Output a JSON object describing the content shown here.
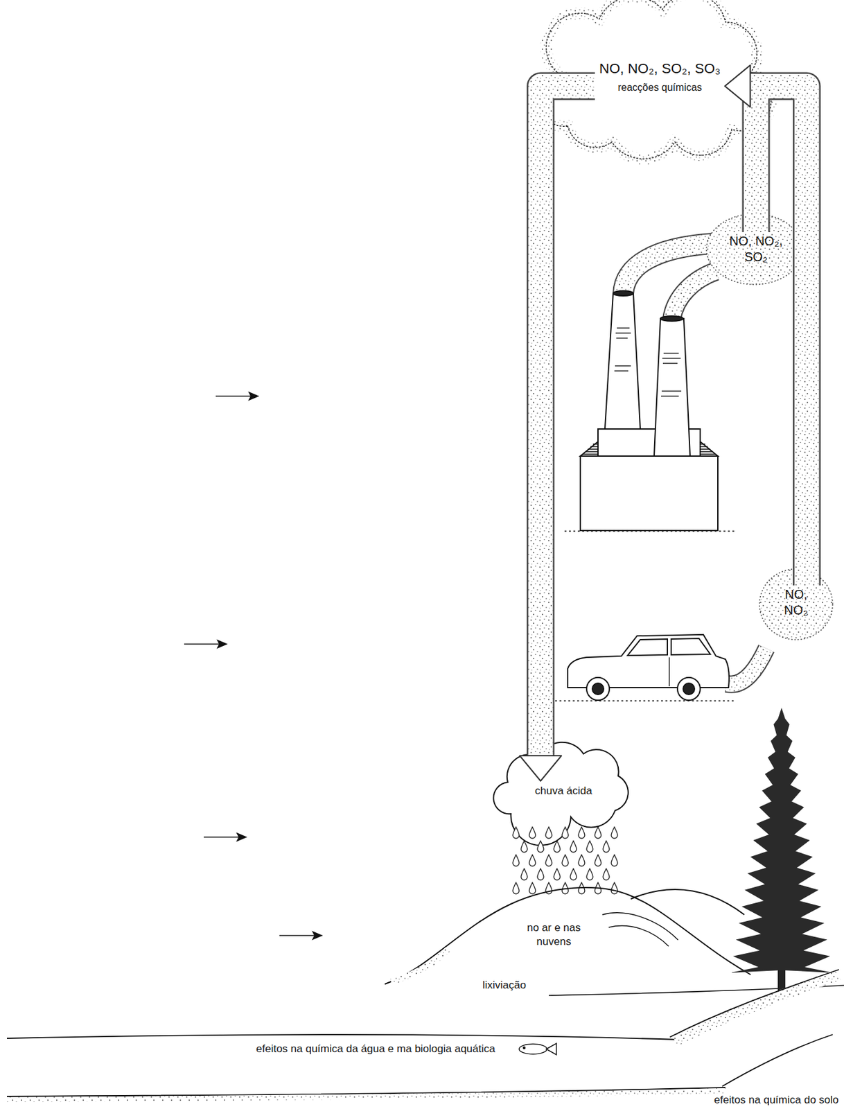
{
  "diagram": {
    "nodes": [
      {
        "text": [
          "NO, NO₂, SO₂, SO₃",
          "reacções químicas"
        ]
      },
      {
        "text": [
          "NO, NO₂, SO₂"
        ]
      },
      {
        "text": [
          "NO, NO₂"
        ]
      },
      {
        "text": [
          "chuva ácida"
        ]
      }
    ],
    "edges": [
      {
        "from": 0,
        "to": 3,
        "arrow": "to"
      },
      {
        "from": 1,
        "to": 0,
        "arrow": "to"
      },
      {
        "from": 2,
        "to": 0,
        "arrow": "to"
      }
    ],
    "labels": [
      "no ar e nas nuvens",
      "lixiviação",
      "efeitos na química da água e ma biologia aquática",
      "efeitos na química do solo"
    ]
  }
}
